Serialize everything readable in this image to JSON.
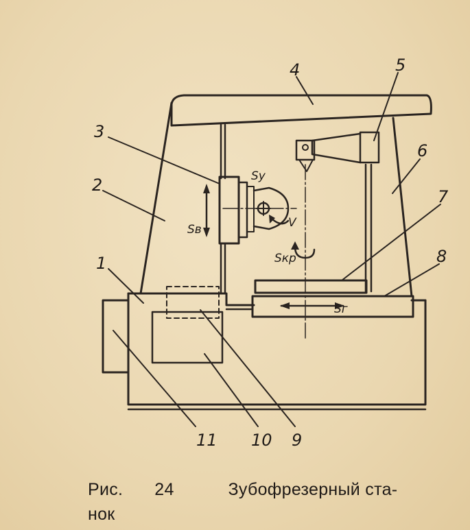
{
  "labels": {
    "n1": "1",
    "n2": "2",
    "n3": "3",
    "n4": "4",
    "n5": "5",
    "n6": "6",
    "n7": "7",
    "n8": "8",
    "n9": "9",
    "n10": "10",
    "n11": "11"
  },
  "symbols": {
    "sy": "Sy",
    "sv": "Sв",
    "v": "V",
    "skr": "Sкр",
    "sg": "Sг"
  },
  "caption": {
    "prefix": "Рис.",
    "number": "24",
    "text": "Зубофрезерный ста-",
    "text2": "нок"
  }
}
